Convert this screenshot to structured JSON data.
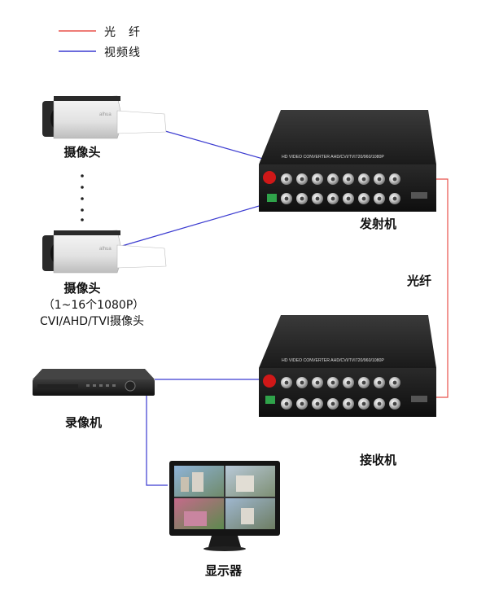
{
  "legend": {
    "fiber_label": "光　纤",
    "video_label": "视频线",
    "fiber_color": "#e8504a",
    "video_color": "#3a3ad0"
  },
  "devices": {
    "camera_top_label": "摄像头",
    "camera_bottom_label": "摄像头",
    "camera_note_line1": "（1~16个1080P）",
    "camera_note_line2": "CVI/AHD/TVI摄像头",
    "transmitter_label": "发射机",
    "receiver_label": "接收机",
    "fiber_link_label": "光纤",
    "dvr_label": "录像机",
    "monitor_label": "显示器",
    "converter_panel_text": "HD VIDEO CONVERTER AHD/CVI/TVI720/960/1080P",
    "camera_brand": "alhua"
  }
}
